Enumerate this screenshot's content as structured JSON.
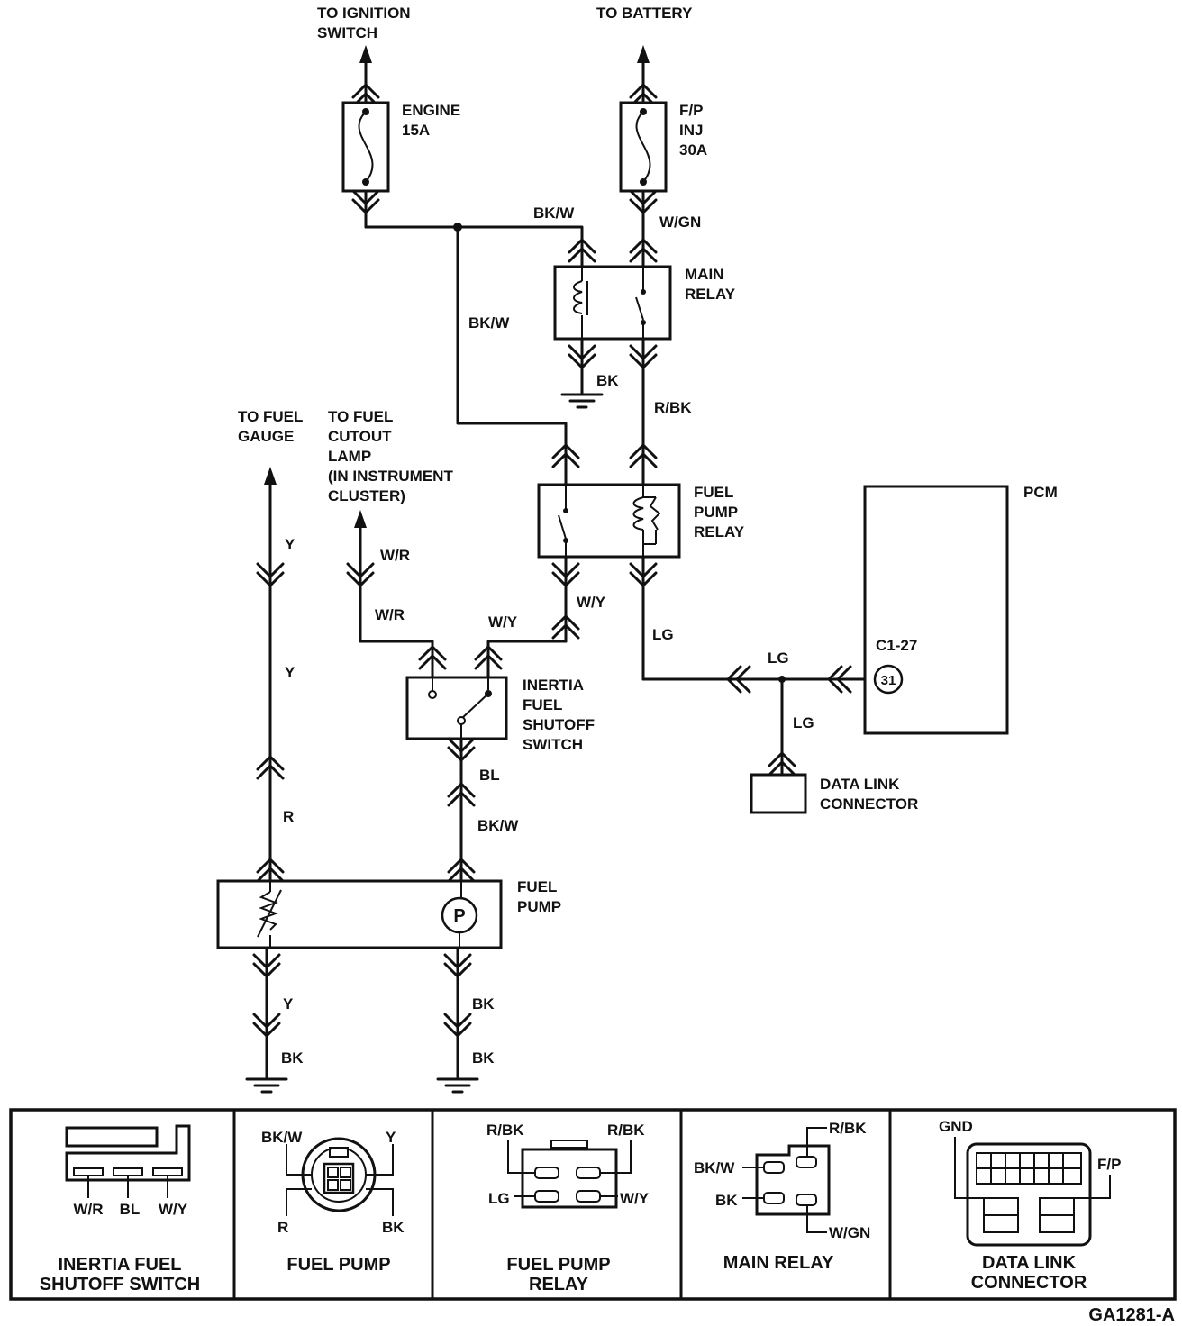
{
  "top": {
    "to_ignition": [
      "TO IGNITION",
      "SWITCH"
    ],
    "to_battery": "TO BATTERY"
  },
  "fuses": {
    "engine": [
      "ENGINE",
      "15A"
    ],
    "fp_inj": [
      "F/P",
      "INJ",
      "30A"
    ]
  },
  "components": {
    "main_relay": [
      "MAIN",
      "RELAY"
    ],
    "fuel_pump_relay": [
      "FUEL",
      "PUMP",
      "RELAY"
    ],
    "inertia_switch": [
      "INERTIA",
      "FUEL",
      "SHUTOFF",
      "SWITCH"
    ],
    "fuel_pump": [
      "FUEL",
      "PUMP"
    ],
    "pcm": "PCM",
    "pcm_pin": "C1-27",
    "pcm_pin_num": "31",
    "data_link": [
      "DATA LINK",
      "CONNECTOR"
    ],
    "pump_motor": "P"
  },
  "destinations": {
    "fuel_gauge": [
      "TO FUEL",
      "GAUGE"
    ],
    "fuel_cutout_lamp": [
      "TO FUEL",
      "CUTOUT",
      "LAMP",
      "(IN INSTRUMENT",
      "CLUSTER)"
    ]
  },
  "wires": {
    "bkw_top": "BK/W",
    "wgn": "W/GN",
    "bkw_vert": "BK/W",
    "bk_relay": "BK",
    "rbk": "R/BK",
    "y_upper": "Y",
    "wr_upper": "W/R",
    "wr_lower": "W/R",
    "wy_left": "W/Y",
    "wy_right": "W/Y",
    "lg_relay": "LG",
    "lg_junction": "LG",
    "lg_dlc": "LG",
    "y_mid": "Y",
    "bl": "BL",
    "r": "R",
    "bkw_pump": "BK/W",
    "y_lower": "Y",
    "bk_pump": "BK",
    "bk_gnd_left": "BK",
    "bk_gnd_right": "BK"
  },
  "legend": {
    "inertia": {
      "title": [
        "INERTIA FUEL",
        "SHUTOFF SWITCH"
      ],
      "pins": [
        "W/R",
        "BL",
        "W/Y"
      ]
    },
    "fuel_pump": {
      "title": "FUEL PUMP",
      "pins": [
        "BK/W",
        "Y",
        "R",
        "BK"
      ]
    },
    "fuel_pump_relay": {
      "title": [
        "FUEL PUMP",
        "RELAY"
      ],
      "pins": [
        "R/BK",
        "R/BK",
        "LG",
        "W/Y"
      ]
    },
    "main_relay": {
      "title": "MAIN RELAY",
      "pins": [
        "R/BK",
        "BK/W",
        "BK",
        "W/GN"
      ]
    },
    "data_link": {
      "title": [
        "DATA LINK",
        "CONNECTOR"
      ],
      "pins": [
        "GND",
        "F/P"
      ]
    }
  },
  "figure_id": "GA1281-A"
}
